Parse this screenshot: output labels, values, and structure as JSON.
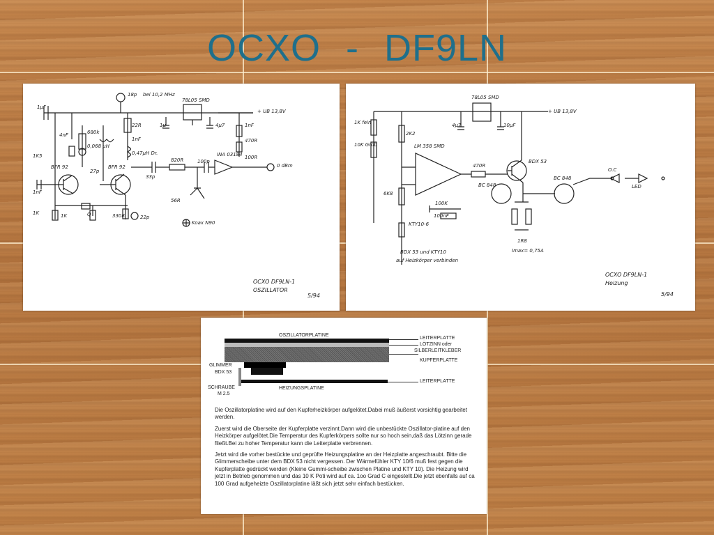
{
  "slide": {
    "title_left": "OCXO",
    "title_sep": "-",
    "title_right": "DF9LN",
    "title_color": "#1f6f8b"
  },
  "oscillator": {
    "labels": {
      "supply": "+ UB 13,8V",
      "trim": "18p",
      "note": "bei 10,2 MHz",
      "reg": "78L05 SMD",
      "c1": "1µ",
      "c2": "4µ7",
      "c3": "1nF",
      "r1": "470R",
      "r2": "100R",
      "r3": "680k",
      "l1": "0,068 µH",
      "r4": "22R",
      "c4": "1nF",
      "l2": "0,47µH Dr.",
      "c5": "1µF",
      "c6": "100p",
      "ic": "INA 03184",
      "out": "0 dBm",
      "q1": "BFR 92",
      "q2": "BFR 92",
      "c7": "27p",
      "c8": "33p",
      "r5": "820R",
      "r6": "56R",
      "xtal": "Q",
      "r7": "1K",
      "r8": "1K5",
      "r9": "1K",
      "r10": "330R",
      "c9": "22p",
      "c10": "4nF",
      "c11": "1nF",
      "foot": "OCXO    DF9LN-1",
      "foot2": "OSZILLATOR",
      "date": "5/94",
      "trimmer": "Koax N90"
    }
  },
  "heater": {
    "labels": {
      "supply": "+ UB 13,8V",
      "reg": "78L05 SMD",
      "c1": "4µ7",
      "c2": "10µF",
      "p1": "1K fein",
      "p2": "10K Grob",
      "r1": "2K2",
      "r2": "6K8",
      "ic": "LM 358 SMD",
      "r3": "470R",
      "q1": "BDX 53",
      "q2": "BC 848",
      "q3": "BC 848",
      "r4": "100K",
      "c3": "100nF",
      "sensor": "KTY10-6",
      "r5": "1R8",
      "imax": "Imax= 0,75A",
      "led": "LED",
      "oc": "O.C",
      "note1": "BDX 53 und KTY10",
      "note2": "auf Heizkörper verbinden",
      "foot": "OCXO    DF9LN-1",
      "foot2": "Heizung",
      "date": "5/94"
    }
  },
  "assembly": {
    "labels": {
      "osc_board": "OSZILLATORPLATINE",
      "pcb_top": "LEITERPLATTE",
      "solder": "LÖTZINN oder",
      "silver": "SILBERLEITKLEBER",
      "copper": "KUPFERPLATTE",
      "mica": "GLIMMER",
      "bdx": "BDX 53",
      "screw": "SCHRAUBE",
      "screw_size": "M 2.5",
      "heat_board": "HEIZUNGSPLATINE",
      "pcb_bottom": "LEITERPLATTE"
    },
    "paragraphs": [
      "Die Oszillatorplatine wird auf den Kupferheizkörper aufgelötet.Dabei muß äußerst vorsichtig gearbeitet werden.",
      "Zuerst wird die Oberseite der Kupferplatte verzinnt.Dann wird die unbestückte Oszillator-platine auf den Heizkörper aufgelötet.Die Temperatur des Kupferkörpers sollte nur so hoch sein,daß das Lötzinn gerade fließt.Bei zu hoher Temperatur kann die Leiterplatte verbrennen.",
      "Jetzt wird die vorher bestückte und geprüfte Heizungsplatine an der Heizplatte angeschraubt. Bitte die Glimmerscheibe unter dem BDX 53 nicht vergessen. Der Wärmefühler KTY 10/6 muß fest gegen die Kupferplatte gedrückt werden (Kleine Gummi-scheibe zwischen Platine und KTY 10). Die Heizung wird jetzt in Betrieb genommen und das 10 K Poti wird auf ca. 1oo Grad C eingestellt.Die jetzt ebenfalls auf ca 100 Grad aufgeheizte Oszillatorplatine läßt sich jetzt sehr einfach bestücken."
    ]
  }
}
